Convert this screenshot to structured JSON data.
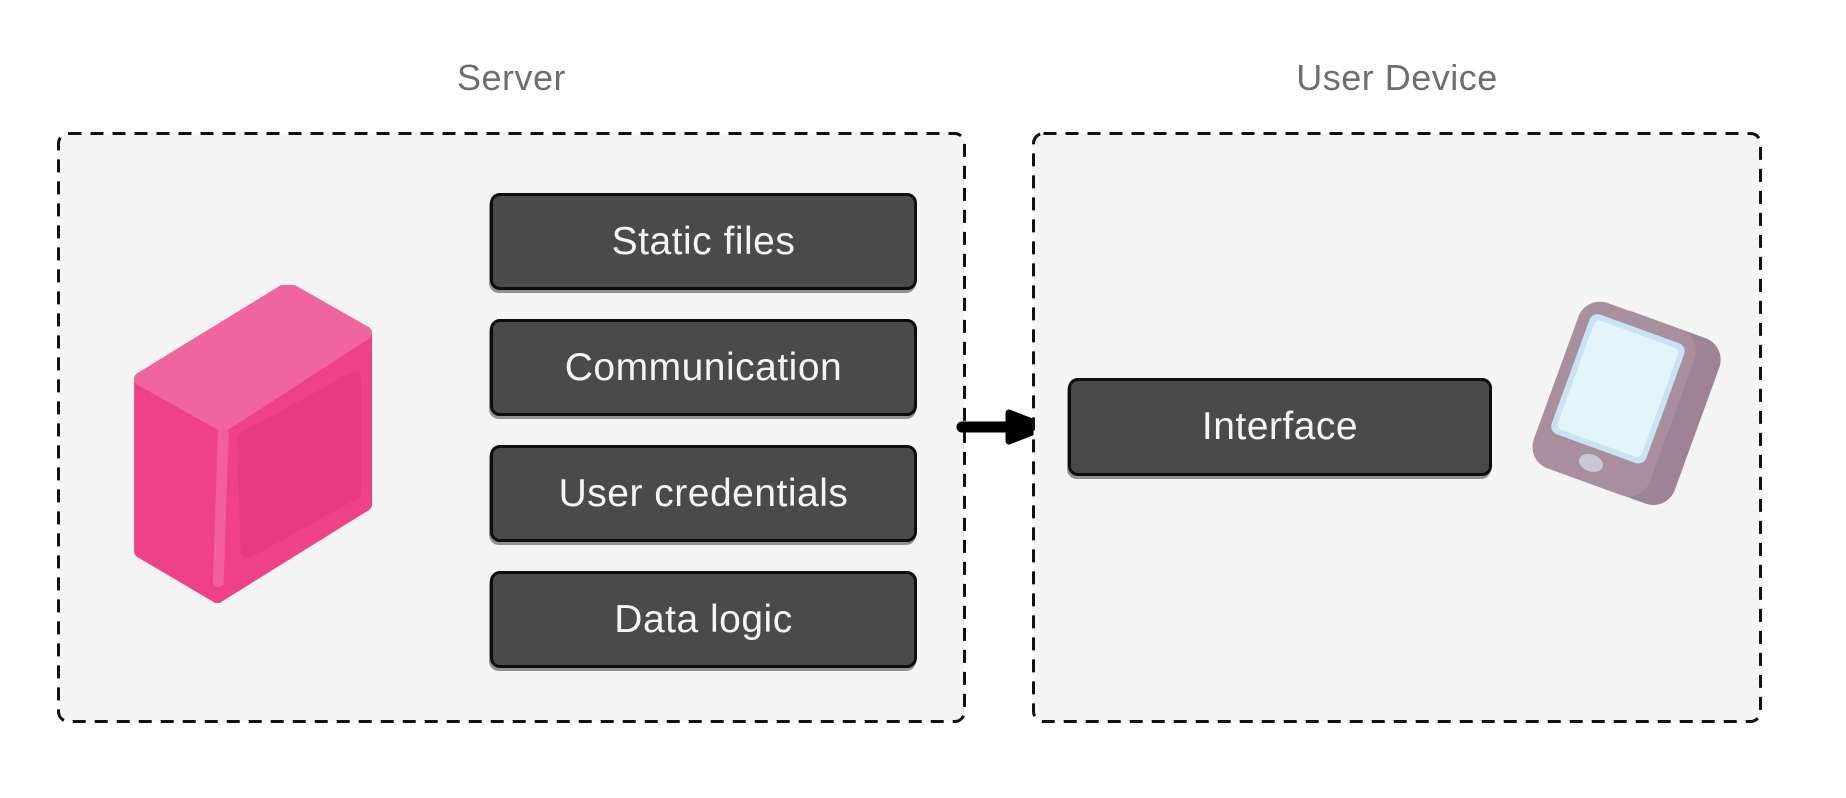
{
  "diagram": {
    "server": {
      "title": "Server",
      "icon": "server-cube-icon",
      "nodes": [
        "Static files",
        "Communication",
        "User credentials",
        "Data logic"
      ]
    },
    "user_device": {
      "title": "User Device",
      "icon": "tablet-icon",
      "nodes": [
        "Interface"
      ]
    },
    "arrow": {
      "direction": "right",
      "from": "Server",
      "to": "User Device"
    }
  },
  "colors": {
    "title-text": "#6e6e6e",
    "panel-fill": "#f4f4f4",
    "panel-border": "#111111",
    "node-fill": "#4a4a4a",
    "node-border": "#0d0d0d",
    "node-text": "#f5f5f5",
    "arrow": "#000000",
    "cube-top": "#f1659f",
    "cube-body": "#ee4186",
    "cube-inset": "#e83a7e",
    "cube-highlight": "#f25f9d",
    "tablet-body": "#a98e9e",
    "tablet-side": "#9d8393",
    "tablet-screen-rim": "#c7e4f4",
    "tablet-screen": "#e3f4fb",
    "tablet-button": "#c6c9d3"
  }
}
